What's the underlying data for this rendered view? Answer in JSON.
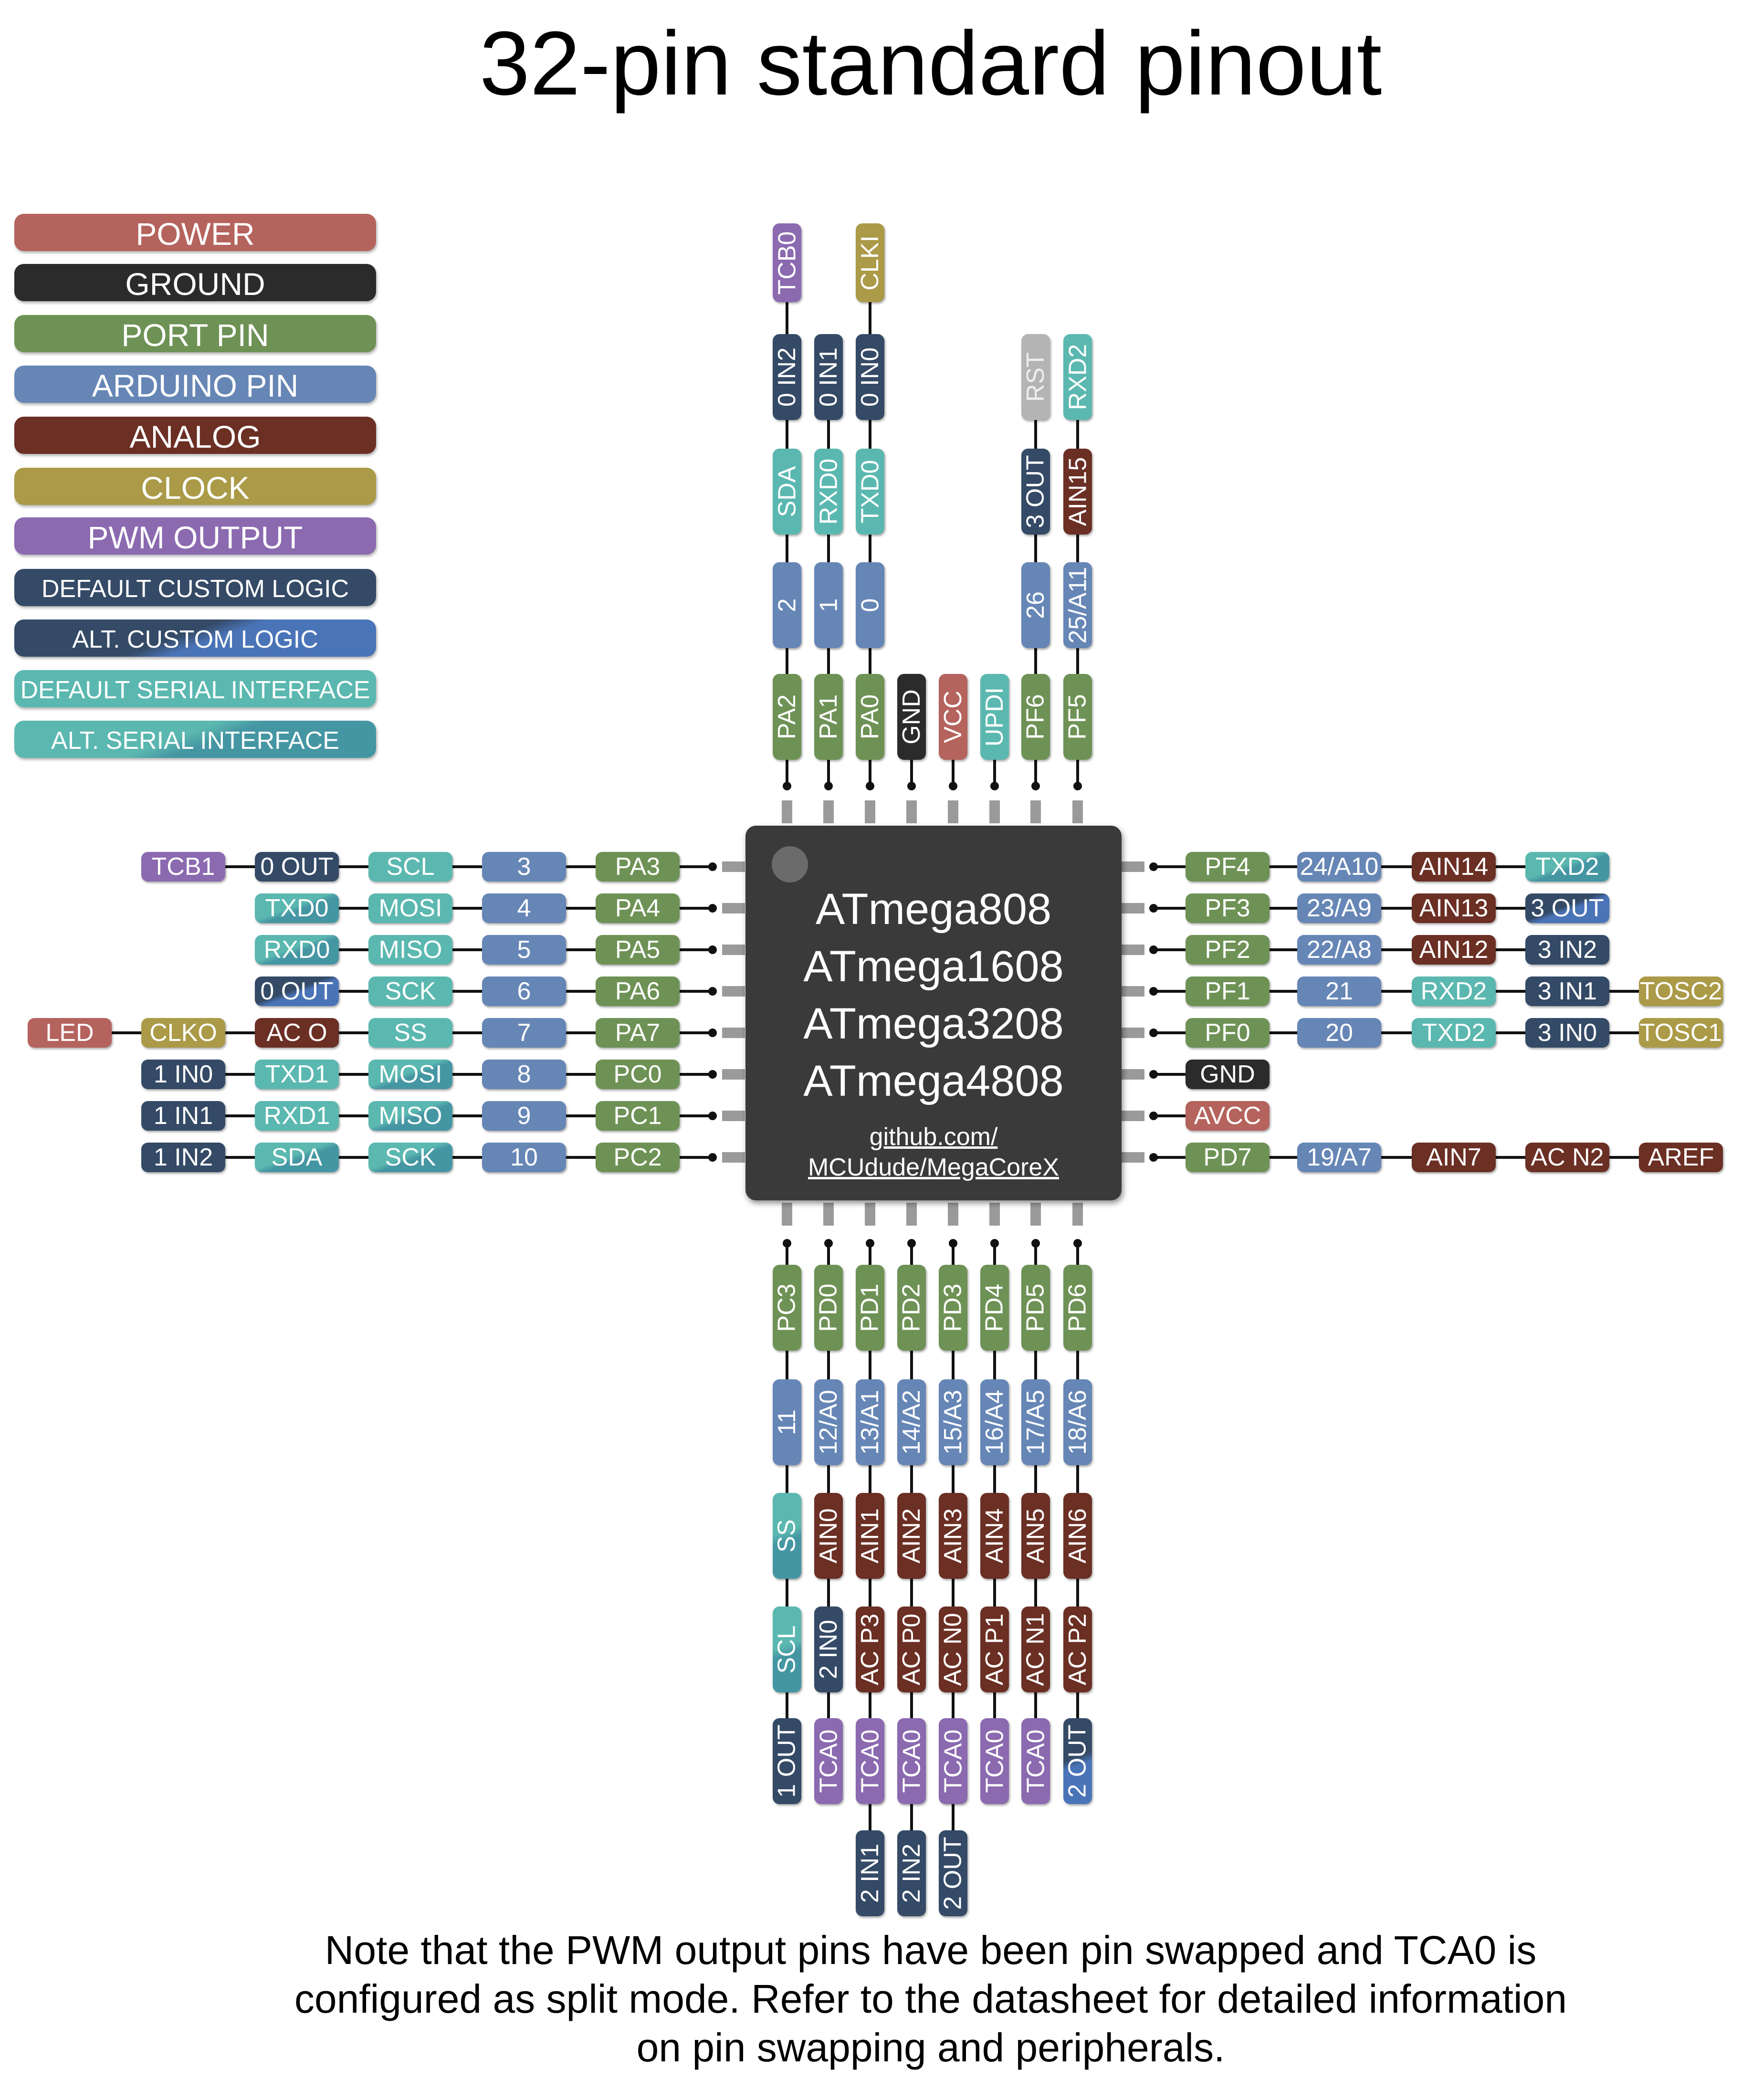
{
  "title": "32-pin standard pinout",
  "colors": {
    "power": "#b5635d",
    "ground": "#2b2b2b",
    "port": "#6e9255",
    "arduino": "#6686b6",
    "analog": "#6b2f24",
    "clock": "#ab9a47",
    "pwm": "#8b6ab0",
    "logic": "#344a66",
    "logic_alt": "#4a74b8",
    "serial": "#5bb8b0",
    "serial_alt": "#4596a3",
    "reset": "#b4b4b4"
  },
  "legend": [
    {
      "label": "POWER",
      "type": "power"
    },
    {
      "label": "GROUND",
      "type": "ground"
    },
    {
      "label": "PORT PIN",
      "type": "port"
    },
    {
      "label": "ARDUINO PIN",
      "type": "arduino"
    },
    {
      "label": "ANALOG",
      "type": "analog"
    },
    {
      "label": "CLOCK",
      "type": "clock"
    },
    {
      "label": "PWM OUTPUT",
      "type": "pwm"
    },
    {
      "label": "DEFAULT CUSTOM LOGIC",
      "type": "logic"
    },
    {
      "label": "ALT. CUSTOM LOGIC",
      "type": "logic_alt"
    },
    {
      "label": "DEFAULT SERIAL INTERFACE",
      "type": "serial"
    },
    {
      "label": "ALT. SERIAL INTERFACE",
      "type": "serial_alt"
    }
  ],
  "chip": {
    "names": [
      "ATmega808",
      "ATmega1608",
      "ATmega3208",
      "ATmega4808"
    ],
    "url_line1": "github.com/",
    "url_line2": "MCUdude/MegaCoreX"
  },
  "pins": {
    "top": [
      [
        [
          "PA2",
          "port"
        ],
        [
          "2",
          "arduino"
        ],
        [
          "SDA",
          "serial"
        ],
        [
          "0 IN2",
          "logic"
        ],
        [
          "TCB0",
          "pwm"
        ]
      ],
      [
        [
          "PA1",
          "port"
        ],
        [
          "1",
          "arduino"
        ],
        [
          "RXD0",
          "serial"
        ],
        [
          "0 IN1",
          "logic"
        ]
      ],
      [
        [
          "PA0",
          "port"
        ],
        [
          "0",
          "arduino"
        ],
        [
          "TXD0",
          "serial"
        ],
        [
          "0 IN0",
          "logic"
        ],
        [
          "CLKI",
          "clock"
        ]
      ],
      [
        [
          "GND",
          "ground"
        ]
      ],
      [
        [
          "VCC",
          "power"
        ]
      ],
      [
        [
          "UPDI",
          "serial"
        ]
      ],
      [
        [
          "PF6",
          "port"
        ],
        [
          "26",
          "arduino"
        ],
        [
          "3 OUT",
          "logic"
        ],
        [
          "RST",
          "reset"
        ]
      ],
      [
        [
          "PF5",
          "port"
        ],
        [
          "25/A11",
          "arduino"
        ],
        [
          "AIN15",
          "analog"
        ],
        [
          "RXD2",
          "serial"
        ]
      ]
    ],
    "left": [
      [
        [
          "PA3",
          "port"
        ],
        [
          "3",
          "arduino"
        ],
        [
          "SCL",
          "serial"
        ],
        [
          "0 OUT",
          "logic"
        ],
        [
          "TCB1",
          "pwm"
        ]
      ],
      [
        [
          "PA4",
          "port"
        ],
        [
          "4",
          "arduino"
        ],
        [
          "MOSI",
          "serial"
        ],
        [
          "TXD0",
          "serial_alt"
        ]
      ],
      [
        [
          "PA5",
          "port"
        ],
        [
          "5",
          "arduino"
        ],
        [
          "MISO",
          "serial"
        ],
        [
          "RXD0",
          "serial_alt"
        ]
      ],
      [
        [
          "PA6",
          "port"
        ],
        [
          "6",
          "arduino"
        ],
        [
          "SCK",
          "serial"
        ],
        [
          "0 OUT",
          "logic_alt"
        ]
      ],
      [
        [
          "PA7",
          "port"
        ],
        [
          "7",
          "arduino"
        ],
        [
          "SS",
          "serial"
        ],
        [
          "AC O",
          "analog"
        ],
        [
          "CLKO",
          "clock"
        ],
        [
          "LED",
          "power"
        ]
      ],
      [
        [
          "PC0",
          "port"
        ],
        [
          "8",
          "arduino"
        ],
        [
          "MOSI",
          "serial_alt"
        ],
        [
          "TXD1",
          "serial"
        ],
        [
          "1 IN0",
          "logic"
        ]
      ],
      [
        [
          "PC1",
          "port"
        ],
        [
          "9",
          "arduino"
        ],
        [
          "MISO",
          "serial_alt"
        ],
        [
          "RXD1",
          "serial"
        ],
        [
          "1 IN1",
          "logic"
        ]
      ],
      [
        [
          "PC2",
          "port"
        ],
        [
          "10",
          "arduino"
        ],
        [
          "SCK",
          "serial_alt"
        ],
        [
          "SDA",
          "serial_alt"
        ],
        [
          "1 IN2",
          "logic"
        ]
      ]
    ],
    "right": [
      [
        [
          "PF4",
          "port"
        ],
        [
          "24/A10",
          "arduino"
        ],
        [
          "AIN14",
          "analog"
        ],
        [
          "TXD2",
          "serial_alt"
        ]
      ],
      [
        [
          "PF3",
          "port"
        ],
        [
          "23/A9",
          "arduino"
        ],
        [
          "AIN13",
          "analog"
        ],
        [
          "3 OUT",
          "logic_alt"
        ]
      ],
      [
        [
          "PF2",
          "port"
        ],
        [
          "22/A8",
          "arduino"
        ],
        [
          "AIN12",
          "analog"
        ],
        [
          "3 IN2",
          "logic"
        ]
      ],
      [
        [
          "PF1",
          "port"
        ],
        [
          "21",
          "arduino"
        ],
        [
          "RXD2",
          "serial"
        ],
        [
          "3 IN1",
          "logic"
        ],
        [
          "TOSC2",
          "clock"
        ]
      ],
      [
        [
          "PF0",
          "port"
        ],
        [
          "20",
          "arduino"
        ],
        [
          "TXD2",
          "serial"
        ],
        [
          "3 IN0",
          "logic"
        ],
        [
          "TOSC1",
          "clock"
        ]
      ],
      [
        [
          "GND",
          "ground"
        ]
      ],
      [
        [
          "AVCC",
          "power"
        ]
      ],
      [
        [
          "PD7",
          "port"
        ],
        [
          "19/A7",
          "arduino"
        ],
        [
          "AIN7",
          "analog"
        ],
        [
          "AC N2",
          "analog"
        ],
        [
          "AREF",
          "analog"
        ]
      ]
    ],
    "bottom": [
      [
        [
          "PC3",
          "port"
        ],
        [
          "11",
          "arduino"
        ],
        [
          "SS",
          "serial_alt"
        ],
        [
          "SCL",
          "serial_alt"
        ],
        [
          "1 OUT",
          "logic"
        ]
      ],
      [
        [
          "PD0",
          "port"
        ],
        [
          "12/A0",
          "arduino"
        ],
        [
          "AIN0",
          "analog"
        ],
        [
          "2 IN0",
          "logic"
        ],
        [
          "TCA0",
          "pwm"
        ]
      ],
      [
        [
          "PD1",
          "port"
        ],
        [
          "13/A1",
          "arduino"
        ],
        [
          "AIN1",
          "analog"
        ],
        [
          "AC P3",
          "analog"
        ],
        [
          "TCA0",
          "pwm"
        ],
        [
          "2 IN1",
          "logic"
        ]
      ],
      [
        [
          "PD2",
          "port"
        ],
        [
          "14/A2",
          "arduino"
        ],
        [
          "AIN2",
          "analog"
        ],
        [
          "AC P0",
          "analog"
        ],
        [
          "TCA0",
          "pwm"
        ],
        [
          "2 IN2",
          "logic"
        ]
      ],
      [
        [
          "PD3",
          "port"
        ],
        [
          "15/A3",
          "arduino"
        ],
        [
          "AIN3",
          "analog"
        ],
        [
          "AC N0",
          "analog"
        ],
        [
          "TCA0",
          "pwm"
        ],
        [
          "2 OUT",
          "logic"
        ]
      ],
      [
        [
          "PD4",
          "port"
        ],
        [
          "16/A4",
          "arduino"
        ],
        [
          "AIN4",
          "analog"
        ],
        [
          "AC P1",
          "analog"
        ],
        [
          "TCA0",
          "pwm"
        ]
      ],
      [
        [
          "PD5",
          "port"
        ],
        [
          "17/A5",
          "arduino"
        ],
        [
          "AIN5",
          "analog"
        ],
        [
          "AC N1",
          "analog"
        ],
        [
          "TCA0",
          "pwm"
        ]
      ],
      [
        [
          "PD6",
          "port"
        ],
        [
          "18/A6",
          "arduino"
        ],
        [
          "AIN6",
          "analog"
        ],
        [
          "AC P2",
          "analog"
        ],
        [
          "2 OUT",
          "logic_alt"
        ]
      ]
    ]
  },
  "note": "Note that the PWM output pins have been pin swapped and TCA0 is configured as split mode. Refer to the datasheet for detailed information on pin swapping and peripherals."
}
